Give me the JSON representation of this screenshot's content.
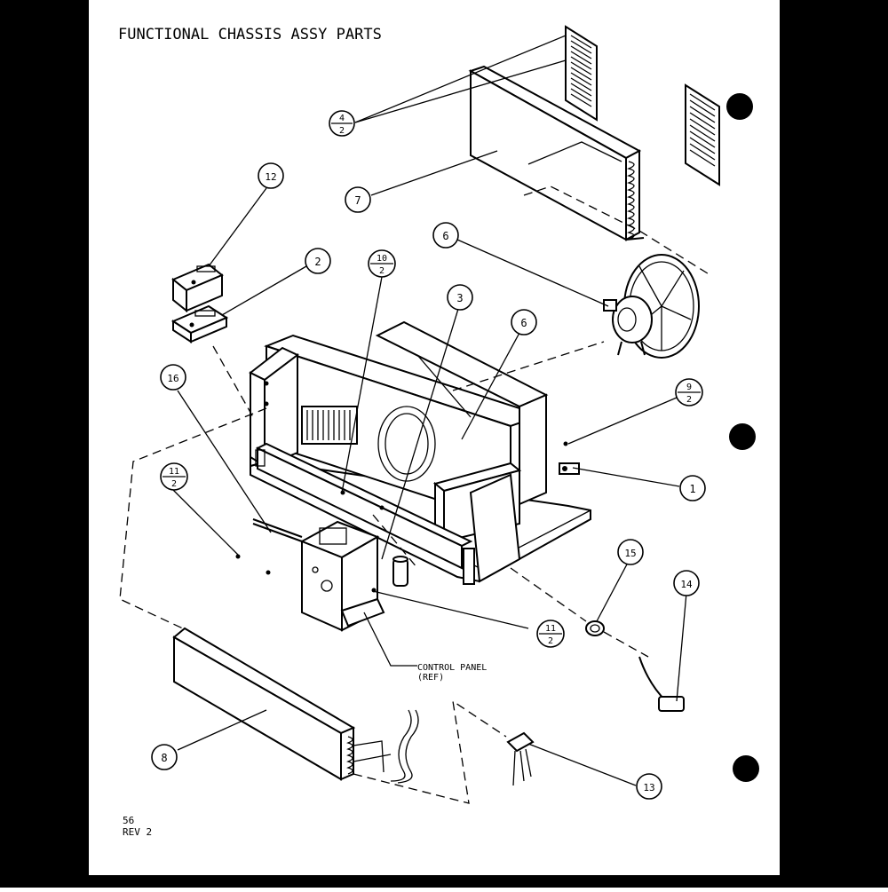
{
  "title": "FUNCTIONAL CHASSIS ASSY PARTS",
  "callouts": {
    "c4_2_top": "4",
    "c4_2_bot": "2",
    "c7": "7",
    "c6_fan": "6",
    "c12": "12",
    "c2": "2",
    "c10_2_top": "10",
    "c10_2_bot": "2",
    "c3": "3",
    "c6_mid": "6",
    "c16": "16",
    "c9_2_top": "9",
    "c9_2_bot": "2",
    "c11_2a_top": "11",
    "c11_2a_bot": "2",
    "c1": "1",
    "c15": "15",
    "c14": "14",
    "c11_2b_top": "11",
    "c11_2b_bot": "2",
    "c8": "8",
    "c13": "13"
  },
  "control_panel_label": "CONTROL PANEL",
  "control_panel_ref": "(REF)",
  "footer_page": "56",
  "footer_rev": "REV 2"
}
